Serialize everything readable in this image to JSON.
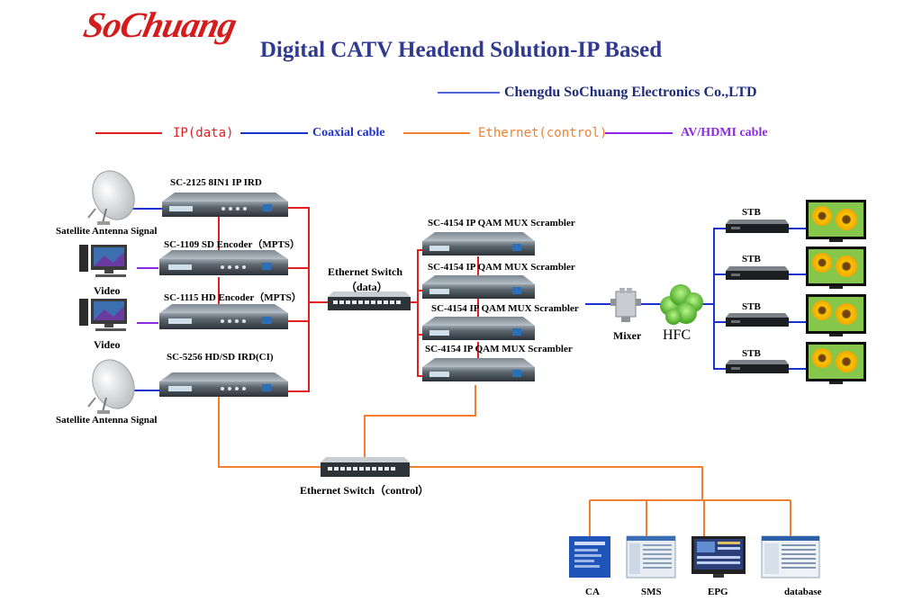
{
  "header": {
    "logo_text": "SoChuang",
    "title": "Digital CATV Headend Solution-IP Based",
    "company": "Chengdu SoChuang Electronics Co.,LTD"
  },
  "legend": {
    "ip_data": "IP(data)",
    "coaxial": "Coaxial cable",
    "ethernet_control": "Ethernet(control)",
    "av_hdmi": "AV/HDMI cable",
    "colors": {
      "ip_data": "#e02020",
      "coaxial": "#1a33cc",
      "ethernet_control": "#f08030",
      "av_hdmi": "#8a2be2"
    }
  },
  "devices": {
    "ird1": "SC-2125 8IN1 IP IRD",
    "enc_sd": "SC-1109 SD  Encoder（MPTS）",
    "enc_hd": "SC-1115 HD Encoder（MPTS）",
    "ird2": "SC-5256 HD/SD IRD(CI)",
    "qam": [
      "SC-4154 IP QAM MUX Scrambler",
      "SC-4154 IP QAM MUX Scrambler",
      "SC-4154 IP QAM MUX Scrambler",
      "SC-4154 IP QAM MUX Scrambler"
    ],
    "sat1": "Satellite Antenna Signal",
    "sat2": "Satellite Antenna Signal",
    "video1": "Video",
    "video2": "Video",
    "switch_data": "Ethernet Switch",
    "switch_data_sub": "（data）",
    "switch_control": "Ethernet Switch（control）",
    "mixer": "Mixer",
    "hfc": "HFC",
    "stb": [
      "STB",
      "STB",
      "STB",
      "STB"
    ],
    "servers": [
      "CA",
      "SMS",
      "EPG",
      "database"
    ]
  }
}
